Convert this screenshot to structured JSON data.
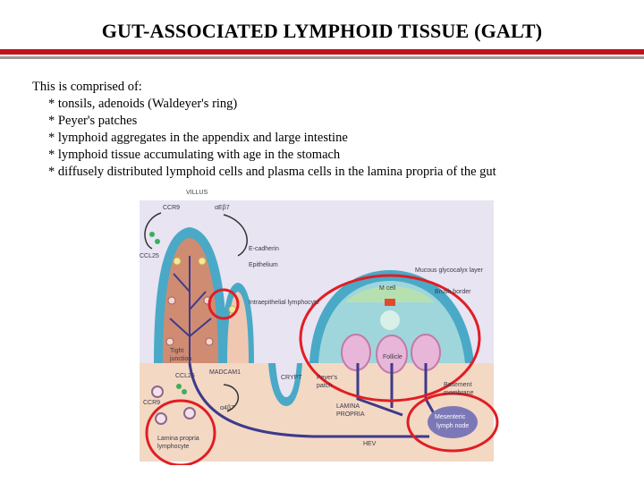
{
  "title": "GUT-ASSOCIATED LYMPHOID TISSUE (GALT)",
  "intro": "This is comprised of:",
  "bullets": [
    "* tonsils, adenoids (Waldeyer's ring)",
    "* Peyer's patches",
    "* lymphoid aggregates in the appendix and large intestine",
    "* lymphoid tissue accumulating with age in the stomach",
    "* diffusely distributed lymphoid cells and plasma cells in the lamina propria of the gut"
  ],
  "figure": {
    "labels": {
      "villus": "VILLUS",
      "ccr9_top": "CCR9",
      "aeb7": "αEβ7",
      "ccl25_top": "CCL25",
      "e_cadherin": "E-cadherin",
      "epithelium": "Epithelium",
      "mucous": "Mucous glycocalyx layer",
      "m_cell": "M cell",
      "brush_border": "Brush border",
      "iel": "Intraepithelial lymphocyte",
      "tight_junction_1": "Tight",
      "tight_junction_2": "junction",
      "ccl25_bottom": "CCL25",
      "madcam1": "MADCAM1",
      "crypt": "CRYPT",
      "peyer_1": "Peyer's",
      "peyer_2": "patch",
      "follicle": "Follicle",
      "basement_1": "Basement",
      "basement_2": "membrane",
      "ccr9_bottom": "CCR9",
      "a4b7": "α4β7",
      "lamina_1": "LAMINA",
      "lamina_2": "PROPRIA",
      "mesenteric_1": "Mesenteric",
      "mesenteric_2": "lymph node",
      "lpl_1": "Lamina propria",
      "lpl_2": "lymphocyte",
      "hev": "HEV"
    },
    "colors": {
      "highlight_circle": "#e01e24",
      "lumen": "#e8e4f2",
      "lamina_propria": "#f3d8c4",
      "epithelium": "#4aa9c6",
      "villus_core": "#cf8c72",
      "vessel": "#3d3a8c",
      "follicle_dome": "#9fd6dc",
      "follicle": "#e8b6d8",
      "lymph_node": "#7c78b8"
    }
  }
}
